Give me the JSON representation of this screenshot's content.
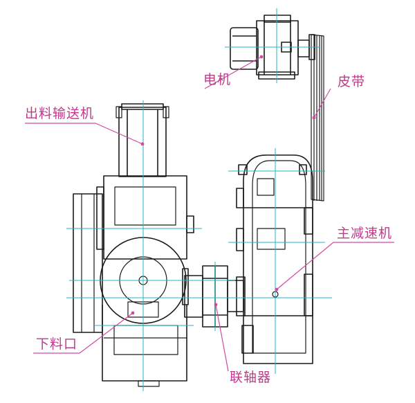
{
  "labels": {
    "motor": "电机",
    "belt": "皮带",
    "outfeed_conveyor": "出料输送机",
    "main_reducer": "主减速机",
    "discharge_port": "下料口",
    "coupling": "联轴器"
  },
  "colors": {
    "label": "#c0398a",
    "leader": "#d04aa0",
    "outline": "#1a1a1a",
    "centerline": "#25b5c4"
  }
}
